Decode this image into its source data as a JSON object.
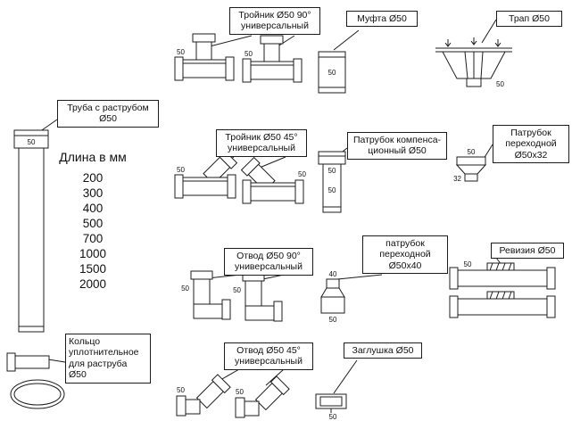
{
  "page": {
    "background": "#ffffff",
    "line_color": "#1c1c1c"
  },
  "labels": {
    "tee90": "Тройник Ø50 90° универсальный",
    "mufta": "Муфта Ø50",
    "trap": "Трап Ø50",
    "pipe": "Труба с раструбом Ø50",
    "tee45": "Тройник Ø50 45° универсальный",
    "compensation": "Патрубок компенса-ционный Ø50",
    "pat5032": "Патрубок переходной Ø50x32",
    "elbow90": "Отвод Ø50 90° универсальный",
    "pat5040": "патрубок переходной Ø50x40",
    "revizia": "Ревизия Ø50",
    "ring": "Кольцо уплотнительное для раструба Ø50",
    "elbow45": "Отвод Ø50 45° универсальный",
    "plug": "Заглушка Ø50"
  },
  "pipe_lengths": {
    "header": "Длина в мм",
    "values": [
      "200",
      "300",
      "400",
      "500",
      "700",
      "1000",
      "1500",
      "2000"
    ]
  },
  "dims": {
    "d50": "50",
    "d32": "32",
    "d40": "40"
  }
}
